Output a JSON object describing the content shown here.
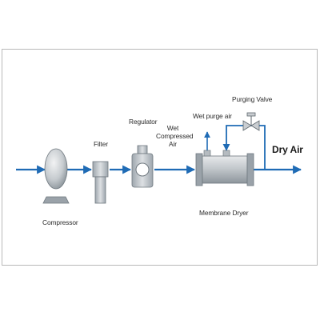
{
  "colors": {
    "flow": "#1f6bb5",
    "component_fill": "#c9cdd1",
    "component_dark": "#7c858d",
    "component_light": "#eceef0",
    "frame": "#b9b9b9"
  },
  "labels": {
    "compressor": "Compressor",
    "filter": "Filter",
    "regulator": "Regulator",
    "wet_air_line1": "Wet",
    "wet_air_line2": "Compressed",
    "wet_air_line3": "Air",
    "wet_purge_air": "Wet purge air",
    "purging_valve": "Purging Valve",
    "membrane_dryer": "Membrane Dryer",
    "dry_air": "Dry Air"
  }
}
